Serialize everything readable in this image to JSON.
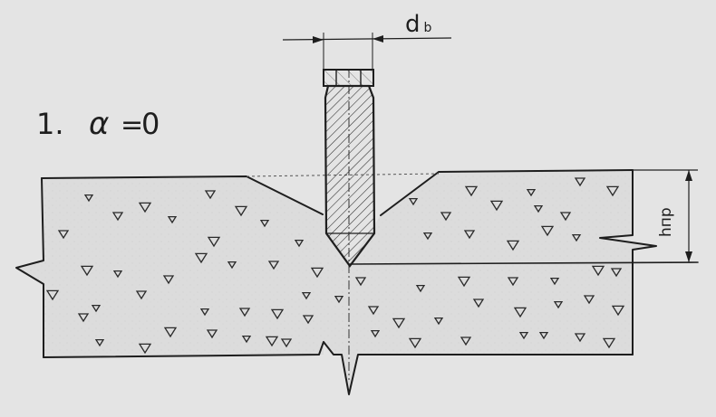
{
  "diagram": {
    "case_number": "1.",
    "angle_symbol": "α",
    "equals_sign": "=",
    "angle_value": "0",
    "diameter_label_main": "d",
    "diameter_label_sub": "b",
    "depth_label": "hпр"
  }
}
